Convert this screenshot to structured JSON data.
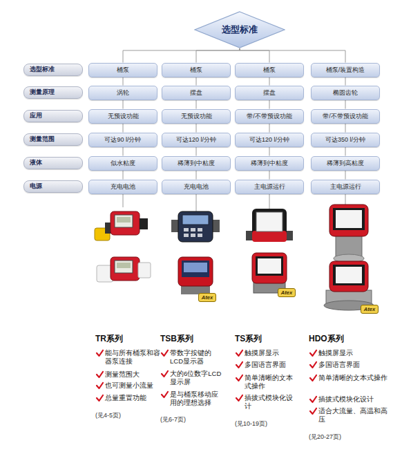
{
  "diagram": {
    "nodes": [
      {
        "text": [
          "选型标准"
        ]
      },
      {
        "text": [
          "选型标准"
        ]
      },
      {
        "text": [
          "桶泵"
        ]
      },
      {
        "text": [
          "桶泵"
        ]
      },
      {
        "text": [
          "桶泵"
        ]
      },
      {
        "text": [
          "桶泵/装置构造"
        ]
      },
      {
        "text": [
          "测量原理"
        ]
      },
      {
        "text": [
          "涡轮"
        ]
      },
      {
        "text": [
          "摆盘"
        ]
      },
      {
        "text": [
          "摆盘"
        ]
      },
      {
        "text": [
          "椭圆齿轮"
        ]
      },
      {
        "text": [
          "应用"
        ]
      },
      {
        "text": [
          "无预设功能"
        ]
      },
      {
        "text": [
          "无预设功能"
        ]
      },
      {
        "text": [
          "带/不带预设功能"
        ]
      },
      {
        "text": [
          "带/不带预设功能"
        ]
      },
      {
        "text": [
          "测量范围"
        ]
      },
      {
        "text": [
          "可达90 l/分钟"
        ]
      },
      {
        "text": [
          "可达120 l/分钟"
        ]
      },
      {
        "text": [
          "可达120 l/分钟"
        ]
      },
      {
        "text": [
          "可达350 l/分钟"
        ]
      },
      {
        "text": [
          "液体"
        ]
      },
      {
        "text": [
          "似水粘度"
        ]
      },
      {
        "text": [
          "稀薄到中粘度"
        ]
      },
      {
        "text": [
          "稀薄到中粘度"
        ]
      },
      {
        "text": [
          "稀薄到高粘度"
        ]
      },
      {
        "text": [
          "电源"
        ]
      },
      {
        "text": [
          "充电电池"
        ]
      },
      {
        "text": [
          "充电电池"
        ]
      },
      {
        "text": [
          "主电源运行"
        ]
      },
      {
        "text": [
          "主电源运行"
        ]
      }
    ],
    "edges": [
      {
        "from": 0,
        "to": 2,
        "arrow": "none"
      },
      {
        "from": 0,
        "to": 3,
        "arrow": "none"
      },
      {
        "from": 0,
        "to": 4,
        "arrow": "none"
      },
      {
        "from": 0,
        "to": 5,
        "arrow": "none"
      },
      {
        "from": 2,
        "to": 7,
        "arrow": "none"
      },
      {
        "from": 3,
        "to": 8,
        "arrow": "none"
      },
      {
        "from": 4,
        "to": 9,
        "arrow": "none"
      },
      {
        "from": 5,
        "to": 10,
        "arrow": "none"
      },
      {
        "from": 7,
        "to": 12,
        "arrow": "none"
      },
      {
        "from": 8,
        "to": 13,
        "arrow": "none"
      },
      {
        "from": 9,
        "to": 14,
        "arrow": "none"
      },
      {
        "from": 10,
        "to": 15,
        "arrow": "none"
      },
      {
        "from": 12,
        "to": 17,
        "arrow": "none"
      },
      {
        "from": 13,
        "to": 18,
        "arrow": "none"
      },
      {
        "from": 14,
        "to": 19,
        "arrow": "none"
      },
      {
        "from": 15,
        "to": 20,
        "arrow": "none"
      },
      {
        "from": 17,
        "to": 22,
        "arrow": "none"
      },
      {
        "from": 18,
        "to": 23,
        "arrow": "none"
      },
      {
        "from": 19,
        "to": 24,
        "arrow": "none"
      },
      {
        "from": 20,
        "to": 25,
        "arrow": "none"
      },
      {
        "from": 22,
        "to": 27,
        "arrow": "none"
      },
      {
        "from": 23,
        "to": 28,
        "arrow": "none"
      },
      {
        "from": 24,
        "to": 29,
        "arrow": "none"
      },
      {
        "from": 25,
        "to": 30,
        "arrow": "none"
      }
    ],
    "labels": [
      "Atex",
      "Atex",
      "Atex",
      "TR系列",
      "能与所有桶泵和容器泵连接",
      "测量范围大",
      "也可测量小流量",
      "总量重置功能",
      "(见4-5页)",
      "TSB系列",
      "带数字按键的LCD显示器",
      "大的6位数字LCD显示屏",
      "是与桶泵移动应用的理想选择",
      "(见6-7页)",
      "TS系列",
      "触摸屏显示",
      "多国语言界面",
      "简单清晰的文本式操作",
      "插拔式模块化设计",
      "(见10-19页)",
      "HDO系列",
      "触摸屏显示",
      "多国语言界面",
      "简单清晰的文本式操作",
      "插拔式模块化设计",
      "适合大流量、高温和高压",
      "(见20-27页)"
    ]
  }
}
